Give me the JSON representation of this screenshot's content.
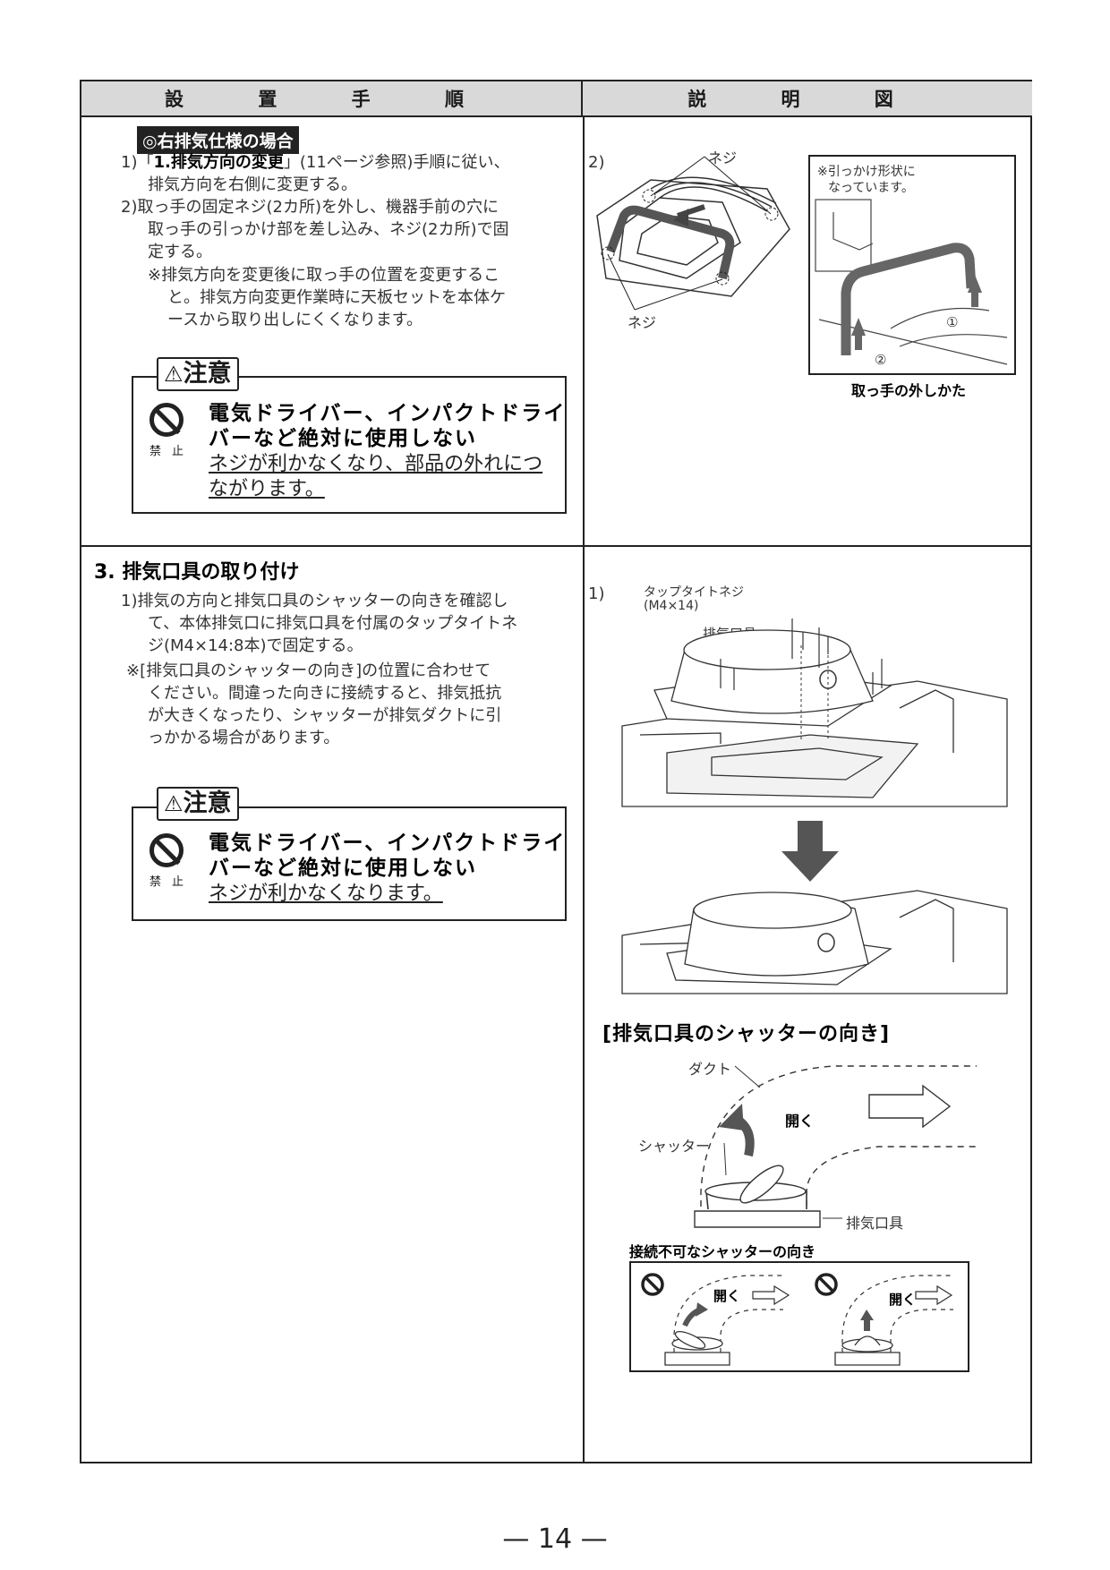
{
  "header": {
    "left": "設 置 手 順",
    "right": "説 明 図"
  },
  "section_right_exhaust": {
    "badge": "◎右排気仕様の場合",
    "item1_pre": "1)「",
    "item1_bold": "1.排気方向の変更",
    "item1_post": "」(11ページ参照)手順に従い、",
    "item1_line2": "排気方向を右側に変更する。",
    "item2_line1": "2)取っ手の固定ネジ(2カ所)を外し、機器手前の穴に",
    "item2_line2": "取っ手の引っかけ部を差し込み、ネジ(2カ所)で固",
    "item2_line3": "定する。",
    "note_line1": "※排気方向を変更後に取っ手の位置を変更するこ",
    "note_line2": "と。排気方向変更作業時に天板セットを本体ケ",
    "note_line3": "ースから取り出しにくくなります。",
    "caution_label": "注意",
    "caution_triangle": "⚠",
    "prohibit_label": "禁止",
    "warn_bold_1": "電気ドライバー、インパクトドライ",
    "warn_bold_2": "バーなど絶対に使用しない",
    "warn_detail_1": "ネジが利かなくなり、部品の外れにつ",
    "warn_detail_2": "ながります。"
  },
  "figure_handle": {
    "step": "2)",
    "screw_top": "ネジ",
    "screw_bottom": "ネジ",
    "inset_note_1": "※引っかけ形状に",
    "inset_note_2": "なっています。",
    "marker_1": "①",
    "marker_2": "②",
    "caption": "取っ手の外しかた"
  },
  "section_exhaust_port": {
    "title": "3. 排気口具の取り付け",
    "item1_line1": "1)排気の方向と排気口具のシャッターの向きを確認し",
    "item1_line2": "て、本体排気口に排気口具を付属のタップタイトネ",
    "item1_line3": "ジ(M4×14:8本)で固定する。",
    "note_line1": "※[排気口具のシャッターの向き]の位置に合わせて",
    "note_line2": "ください。間違った向きに接続すると、排気抵抗",
    "note_line3": "が大きくなったり、シャッターが排気ダクトに引",
    "note_line4": "っかかる場合があります。",
    "caution_label": "注意",
    "caution_triangle": "⚠",
    "prohibit_label": "禁止",
    "warn_bold_1": "電気ドライバー、インパクトドライ",
    "warn_bold_2": "バーなど絶対に使用しない",
    "warn_detail_1": "ネジが利かなくなります。"
  },
  "figure_port": {
    "step": "1)",
    "screw_label_1": "タップタイトネジ",
    "screw_label_2": "(M4×14)",
    "port_label": "排気口具"
  },
  "figure_orientation": {
    "title": "[排気口具のシャッターの向き]",
    "duct": "ダクト",
    "open": "開く",
    "shutter": "シャッター",
    "port": "排気口具",
    "ng_caption": "接続不可なシャッターの向き",
    "ng_open_1": "開く",
    "ng_open_2": "開く"
  },
  "footer": {
    "page_number": "— 14 —"
  }
}
